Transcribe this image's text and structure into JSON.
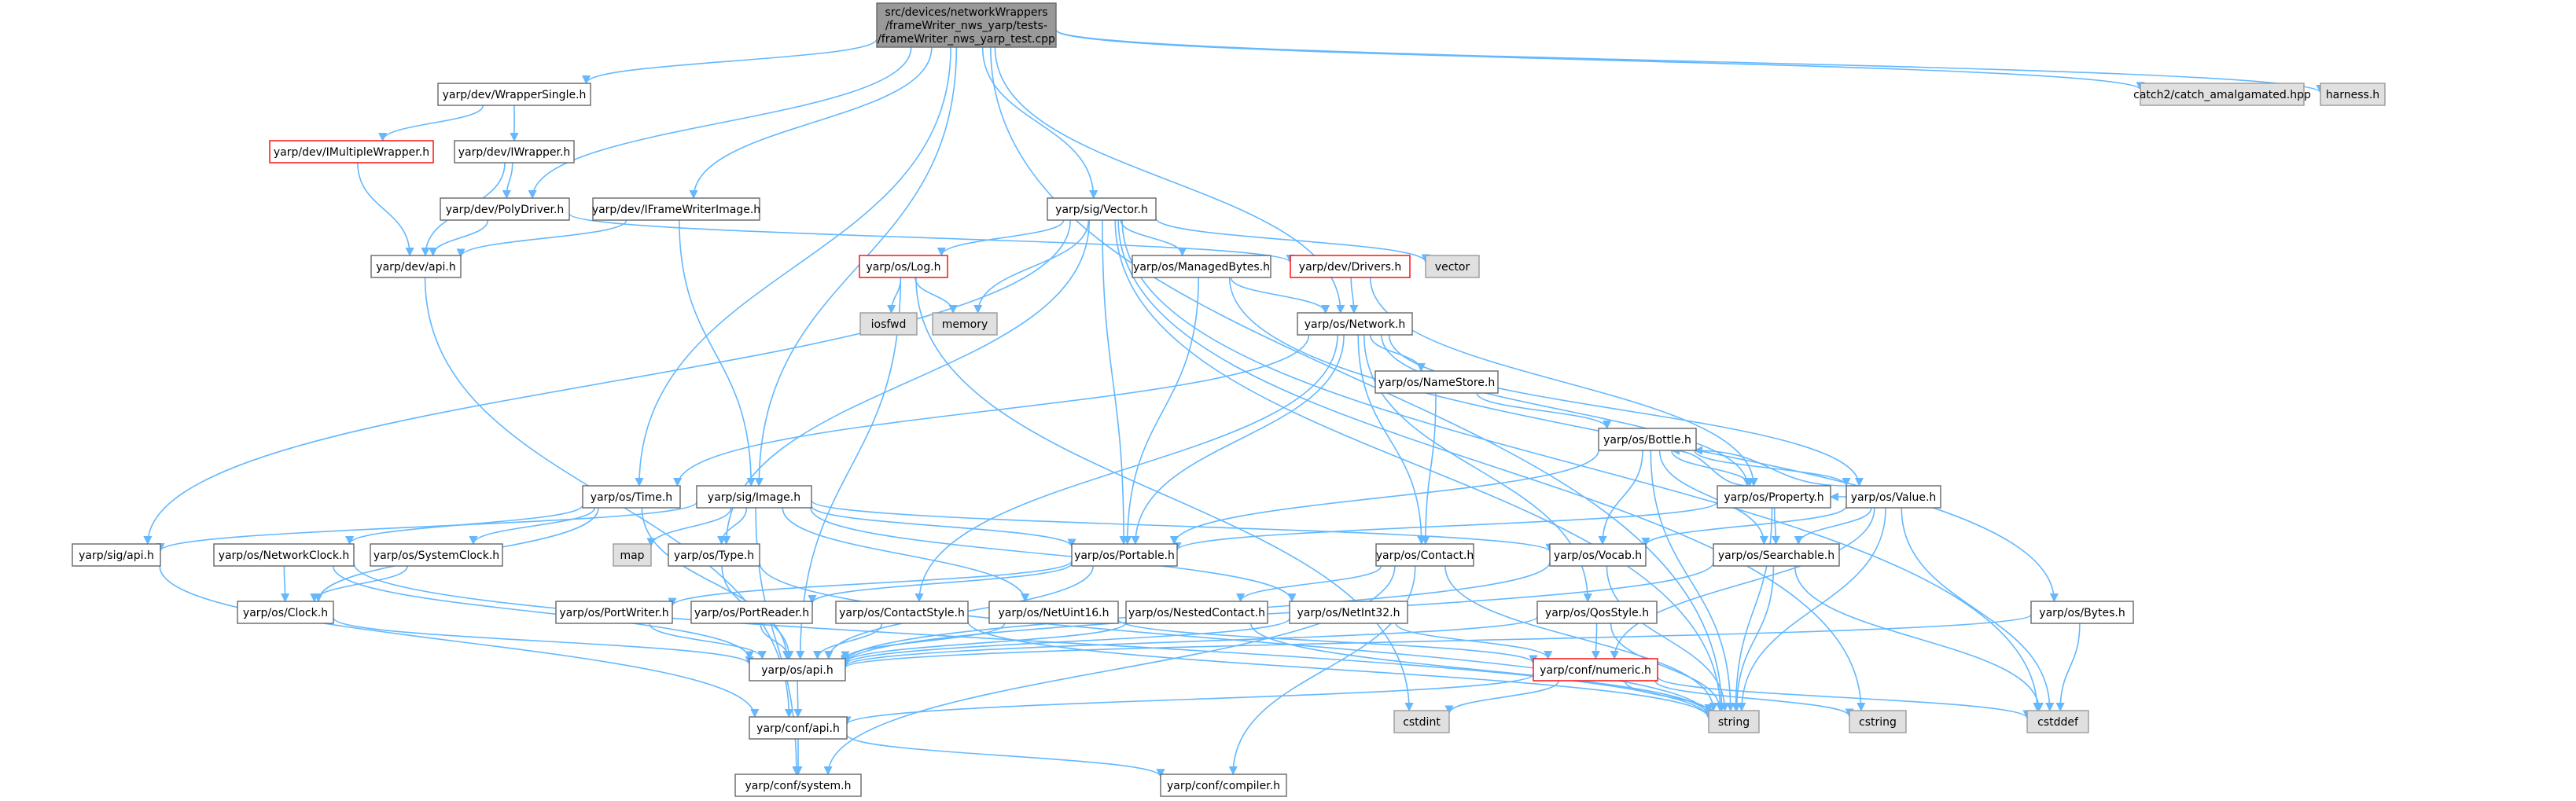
{
  "diagram": {
    "type": "include-dependency-graph",
    "colors": {
      "root_fill": "#999999",
      "node_fill": "#ffffff",
      "node_border": "#666666",
      "missing_fill": "#e0e0e0",
      "missing_border": "#999999",
      "truncated_border": "#ff0000",
      "edge": "#63b8ff"
    },
    "nodes": [
      {
        "id": "root",
        "style": "root",
        "label": [
          "src/devices/networkWrappers",
          "/frameWriter_nws_yarp/tests-",
          "/frameWriter_nws_yarp_test.cpp"
        ]
      },
      {
        "id": "wrappersingle",
        "style": "normal",
        "label": [
          "yarp/dev/WrapperSingle.h"
        ]
      },
      {
        "id": "catch2",
        "style": "missing",
        "label": [
          "catch2/catch_amalgamated.hpp"
        ]
      },
      {
        "id": "harness",
        "style": "missing",
        "label": [
          "harness.h"
        ]
      },
      {
        "id": "imultiplewrapper",
        "style": "truncated",
        "label": [
          "yarp/dev/IMultipleWrapper.h"
        ]
      },
      {
        "id": "iwrapper",
        "style": "normal",
        "label": [
          "yarp/dev/IWrapper.h"
        ]
      },
      {
        "id": "polydriver",
        "style": "normal",
        "label": [
          "yarp/dev/PolyDriver.h"
        ]
      },
      {
        "id": "iframewriterimage",
        "style": "normal",
        "label": [
          "yarp/dev/IFrameWriterImage.h"
        ]
      },
      {
        "id": "devapi",
        "style": "normal",
        "label": [
          "yarp/dev/api.h"
        ]
      },
      {
        "id": "sigvector",
        "style": "normal",
        "label": [
          "yarp/sig/Vector.h"
        ]
      },
      {
        "id": "oslog",
        "style": "truncated",
        "label": [
          "yarp/os/Log.h"
        ]
      },
      {
        "id": "managedbytes",
        "style": "normal",
        "label": [
          "yarp/os/ManagedBytes.h"
        ]
      },
      {
        "id": "drivers",
        "style": "truncated",
        "label": [
          "yarp/dev/Drivers.h"
        ]
      },
      {
        "id": "vector",
        "style": "missing",
        "label": [
          "vector"
        ]
      },
      {
        "id": "iosfwd",
        "style": "missing",
        "label": [
          "iosfwd"
        ]
      },
      {
        "id": "memory",
        "style": "missing",
        "label": [
          "memory"
        ]
      },
      {
        "id": "network",
        "style": "normal",
        "label": [
          "yarp/os/Network.h"
        ]
      },
      {
        "id": "namestore",
        "style": "normal",
        "label": [
          "yarp/os/NameStore.h"
        ]
      },
      {
        "id": "bottle",
        "style": "normal",
        "label": [
          "yarp/os/Bottle.h"
        ]
      },
      {
        "id": "ostime",
        "style": "normal",
        "label": [
          "yarp/os/Time.h"
        ]
      },
      {
        "id": "sigimage",
        "style": "normal",
        "label": [
          "yarp/sig/Image.h"
        ]
      },
      {
        "id": "property",
        "style": "normal",
        "label": [
          "yarp/os/Property.h"
        ]
      },
      {
        "id": "value",
        "style": "normal",
        "label": [
          "yarp/os/Value.h"
        ]
      },
      {
        "id": "sigapi",
        "style": "normal",
        "label": [
          "yarp/sig/api.h"
        ]
      },
      {
        "id": "networkclock",
        "style": "normal",
        "label": [
          "yarp/os/NetworkClock.h"
        ]
      },
      {
        "id": "systemclock",
        "style": "normal",
        "label": [
          "yarp/os/SystemClock.h"
        ]
      },
      {
        "id": "map",
        "style": "missing",
        "label": [
          "map"
        ]
      },
      {
        "id": "ostype",
        "style": "normal",
        "label": [
          "yarp/os/Type.h"
        ]
      },
      {
        "id": "portable",
        "style": "normal",
        "label": [
          "yarp/os/Portable.h"
        ]
      },
      {
        "id": "contact",
        "style": "normal",
        "label": [
          "yarp/os/Contact.h"
        ]
      },
      {
        "id": "vocab",
        "style": "normal",
        "label": [
          "yarp/os/Vocab.h"
        ]
      },
      {
        "id": "searchable",
        "style": "normal",
        "label": [
          "yarp/os/Searchable.h"
        ]
      },
      {
        "id": "clock",
        "style": "normal",
        "label": [
          "yarp/os/Clock.h"
        ]
      },
      {
        "id": "portwriter",
        "style": "normal",
        "label": [
          "yarp/os/PortWriter.h"
        ]
      },
      {
        "id": "portreader",
        "style": "normal",
        "label": [
          "yarp/os/PortReader.h"
        ]
      },
      {
        "id": "contactstyle",
        "style": "normal",
        "label": [
          "yarp/os/ContactStyle.h"
        ]
      },
      {
        "id": "netuint16",
        "style": "normal",
        "label": [
          "yarp/os/NetUint16.h"
        ]
      },
      {
        "id": "nestedcontact",
        "style": "normal",
        "label": [
          "yarp/os/NestedContact.h"
        ]
      },
      {
        "id": "netint32",
        "style": "normal",
        "label": [
          "yarp/os/NetInt32.h"
        ]
      },
      {
        "id": "qosstyle",
        "style": "normal",
        "label": [
          "yarp/os/QosStyle.h"
        ]
      },
      {
        "id": "bytes",
        "style": "normal",
        "label": [
          "yarp/os/Bytes.h"
        ]
      },
      {
        "id": "osapi",
        "style": "normal",
        "label": [
          "yarp/os/api.h"
        ]
      },
      {
        "id": "numeric",
        "style": "truncated",
        "label": [
          "yarp/conf/numeric.h"
        ]
      },
      {
        "id": "cstdint",
        "style": "missing",
        "label": [
          "cstdint"
        ]
      },
      {
        "id": "string",
        "style": "missing",
        "label": [
          "string"
        ]
      },
      {
        "id": "cstring",
        "style": "missing",
        "label": [
          "cstring"
        ]
      },
      {
        "id": "cstddef",
        "style": "missing",
        "label": [
          "cstddef"
        ]
      },
      {
        "id": "confapi",
        "style": "normal",
        "label": [
          "yarp/conf/api.h"
        ]
      },
      {
        "id": "confsystem",
        "style": "normal",
        "label": [
          "yarp/conf/system.h"
        ]
      },
      {
        "id": "confcompiler",
        "style": "normal",
        "label": [
          "yarp/conf/compiler.h"
        ]
      }
    ],
    "edges": [
      [
        "root",
        "wrappersingle"
      ],
      [
        "root",
        "catch2"
      ],
      [
        "root",
        "harness"
      ],
      [
        "root",
        "polydriver"
      ],
      [
        "root",
        "iframewriterimage"
      ],
      [
        "root",
        "sigvector"
      ],
      [
        "root",
        "network"
      ],
      [
        "root",
        "ostime"
      ],
      [
        "root",
        "sigimage"
      ],
      [
        "root",
        "string"
      ],
      [
        "wrappersingle",
        "imultiplewrapper"
      ],
      [
        "wrappersingle",
        "iwrapper"
      ],
      [
        "imultiplewrapper",
        "devapi"
      ],
      [
        "iwrapper",
        "devapi"
      ],
      [
        "iwrapper",
        "polydriver"
      ],
      [
        "polydriver",
        "devapi"
      ],
      [
        "polydriver",
        "drivers"
      ],
      [
        "iframewriterimage",
        "devapi"
      ],
      [
        "iframewriterimage",
        "sigimage"
      ],
      [
        "devapi",
        "confapi"
      ],
      [
        "sigvector",
        "oslog"
      ],
      [
        "sigvector",
        "managedbytes"
      ],
      [
        "sigvector",
        "vector"
      ],
      [
        "sigvector",
        "memory"
      ],
      [
        "sigvector",
        "portable"
      ],
      [
        "sigvector",
        "ostype"
      ],
      [
        "sigvector",
        "sigapi"
      ],
      [
        "sigvector",
        "string"
      ],
      [
        "sigvector",
        "cstring"
      ],
      [
        "sigvector",
        "cstddef"
      ],
      [
        "oslog",
        "iosfwd"
      ],
      [
        "oslog",
        "memory"
      ],
      [
        "oslog",
        "osapi"
      ],
      [
        "oslog",
        "cstdint"
      ],
      [
        "managedbytes",
        "network"
      ],
      [
        "managedbytes",
        "portable"
      ],
      [
        "managedbytes",
        "bytes"
      ],
      [
        "drivers",
        "network"
      ],
      [
        "drivers",
        "property"
      ],
      [
        "network",
        "namestore"
      ],
      [
        "network",
        "contact"
      ],
      [
        "network",
        "portable"
      ],
      [
        "network",
        "ostime"
      ],
      [
        "network",
        "value"
      ],
      [
        "network",
        "property"
      ],
      [
        "network",
        "qosstyle"
      ],
      [
        "network",
        "contactstyle"
      ],
      [
        "namestore",
        "bottle"
      ],
      [
        "namestore",
        "contact"
      ],
      [
        "bottle",
        "property"
      ],
      [
        "bottle",
        "value"
      ],
      [
        "bottle",
        "searchable"
      ],
      [
        "bottle",
        "portable"
      ],
      [
        "bottle",
        "vocab"
      ],
      [
        "bottle",
        "string"
      ],
      [
        "property",
        "bottle"
      ],
      [
        "property",
        "searchable"
      ],
      [
        "property",
        "portable"
      ],
      [
        "property",
        "string"
      ],
      [
        "value",
        "bottle"
      ],
      [
        "value",
        "property"
      ],
      [
        "value",
        "searchable"
      ],
      [
        "value",
        "vocab"
      ],
      [
        "value",
        "numeric"
      ],
      [
        "value",
        "string"
      ],
      [
        "value",
        "cstddef"
      ],
      [
        "ostime",
        "networkclock"
      ],
      [
        "ostime",
        "systemclock"
      ],
      [
        "ostime",
        "clock"
      ],
      [
        "ostime",
        "osapi"
      ],
      [
        "sigimage",
        "sigapi"
      ],
      [
        "sigimage",
        "map"
      ],
      [
        "sigimage",
        "ostype"
      ],
      [
        "sigimage",
        "portable"
      ],
      [
        "sigimage",
        "vocab"
      ],
      [
        "sigimage",
        "netuint16"
      ],
      [
        "sigimage",
        "netint32"
      ],
      [
        "sigimage",
        "confsystem"
      ],
      [
        "sigapi",
        "confapi"
      ],
      [
        "networkclock",
        "clock"
      ],
      [
        "networkclock",
        "osapi"
      ],
      [
        "networkclock",
        "string"
      ],
      [
        "systemclock",
        "clock"
      ],
      [
        "ostype",
        "osapi"
      ],
      [
        "ostype",
        "string"
      ],
      [
        "portable",
        "portwriter"
      ],
      [
        "portable",
        "portreader"
      ],
      [
        "portable",
        "osapi"
      ],
      [
        "contact",
        "nestedcontact"
      ],
      [
        "contact",
        "string"
      ],
      [
        "contact",
        "confsystem"
      ],
      [
        "contact",
        "confcompiler"
      ],
      [
        "vocab",
        "osapi"
      ],
      [
        "vocab",
        "string"
      ],
      [
        "searchable",
        "osapi"
      ],
      [
        "searchable",
        "string"
      ],
      [
        "searchable",
        "cstddef"
      ],
      [
        "clock",
        "osapi"
      ],
      [
        "portwriter",
        "osapi"
      ],
      [
        "portreader",
        "osapi"
      ],
      [
        "contactstyle",
        "osapi"
      ],
      [
        "contactstyle",
        "string"
      ],
      [
        "netuint16",
        "osapi"
      ],
      [
        "netuint16",
        "numeric"
      ],
      [
        "nestedcontact",
        "osapi"
      ],
      [
        "nestedcontact",
        "string"
      ],
      [
        "netint32",
        "osapi"
      ],
      [
        "netint32",
        "numeric"
      ],
      [
        "qosstyle",
        "osapi"
      ],
      [
        "qosstyle",
        "numeric"
      ],
      [
        "qosstyle",
        "string"
      ],
      [
        "bytes",
        "osapi"
      ],
      [
        "bytes",
        "cstddef"
      ],
      [
        "osapi",
        "confapi"
      ],
      [
        "numeric",
        "confapi"
      ],
      [
        "numeric",
        "cstdint"
      ],
      [
        "numeric",
        "string"
      ],
      [
        "numeric",
        "cstring"
      ],
      [
        "numeric",
        "cstddef"
      ],
      [
        "confapi",
        "confsystem"
      ],
      [
        "confapi",
        "confcompiler"
      ]
    ]
  }
}
